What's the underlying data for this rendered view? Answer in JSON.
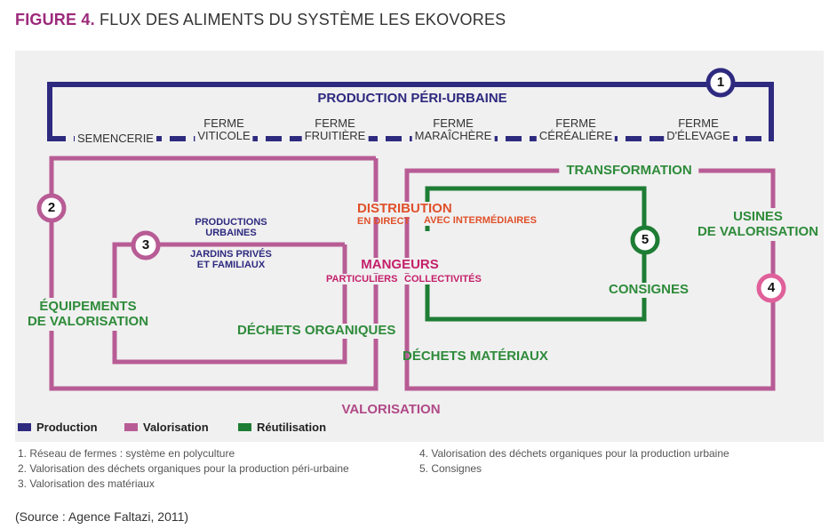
{
  "title": {
    "prefix": "FIGURE 4.",
    "text": "FLUX DES ALIMENTS DU SYSTÈME LES EKOVORES"
  },
  "colors": {
    "production": "#2e2a7f",
    "valorisation": "#b85c95",
    "reutilisation": "#1e7d34",
    "distribution": "#e0502a",
    "mangeurs": "#c41f6a",
    "panel": "#f0f0f0"
  },
  "labels": {
    "production_periurbaine": "PRODUCTION PÉRI-URBAINE",
    "farms": [
      "SEMENCERIE",
      "FERME\nVITICOLE",
      "FERME\nFRUITIÈRE",
      "FERME\nMARAÎCHÈRE",
      "FERME\nCÉRÉALIÈRE",
      "FERME\nD'ÉLEVAGE"
    ],
    "transformation": "TRANSFORMATION",
    "distribution": "DISTRIBUTION",
    "en_direct": "EN DIRECT",
    "avec_intermediaires": "AVEC INTERMÉDIAIRES",
    "productions_urbaines": "PRODUCTIONS\nURBAINES",
    "jardins": "JARDINS PRIVÉS\nET FAMILIAUX",
    "mangeurs": "MANGEURS",
    "particuliers": "PARTICULIERS",
    "collectivites": "COLLECTIVITÉS",
    "equipements": "ÉQUIPEMENTS\nDE VALORISATION",
    "dechets_organiques": "DÉCHETS ORGANIQUES",
    "dechets_materiaux": "DÉCHETS MATÉRIAUX",
    "consignes": "CONSIGNES",
    "usines": "USINES\nDE VALORISATION",
    "valorisation": "VALORISATION"
  },
  "markers": [
    "1",
    "2",
    "3",
    "4",
    "5"
  ],
  "legend": [
    {
      "label": "Production",
      "color": "#2e2a7f"
    },
    {
      "label": "Valorisation",
      "color": "#b85c95"
    },
    {
      "label": "Réutilisation",
      "color": "#1e7d34"
    }
  ],
  "notes_left": [
    "1. Réseau de fermes : système en polyculture",
    "2. Valorisation des déchets organiques pour la production péri-urbaine",
    "3. Valorisation des matériaux"
  ],
  "notes_right": [
    "4. Valorisation des déchets organiques pour la production urbaine",
    "5. Consignes"
  ],
  "source": "(Source : Agence Faltazi, 2011)"
}
